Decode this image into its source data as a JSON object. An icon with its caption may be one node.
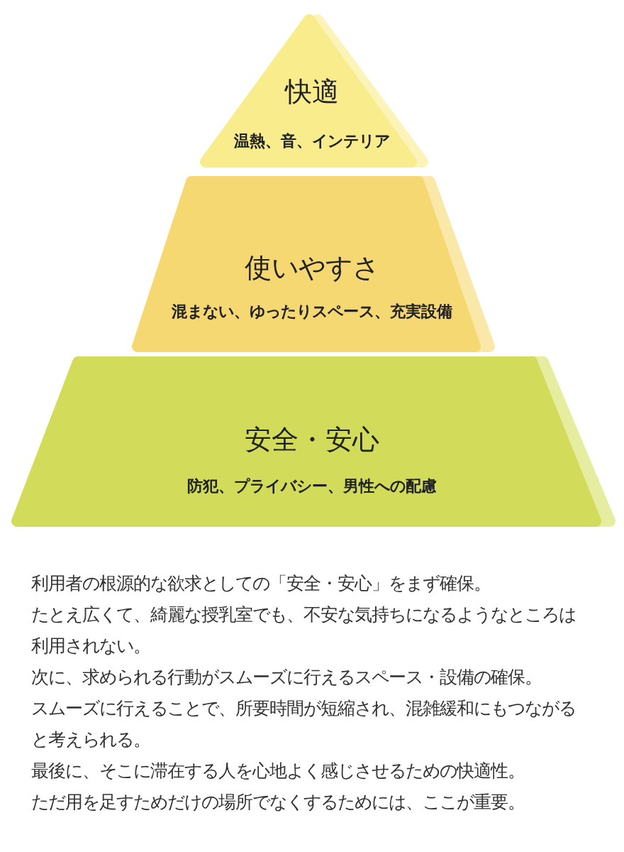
{
  "diagram": {
    "nodes": [
      {
        "text": [
          "快適",
          "温熱、音、インテリア"
        ]
      },
      {
        "text": [
          "使いやすさ",
          "混まない、ゆったりスペース、充実設備"
        ]
      },
      {
        "text": [
          "安全・安心",
          "防犯、プライバシー、男性への配慮"
        ]
      }
    ],
    "labels": [
      "利用者の根源的な欲求としての「安全・安心」をまず確保。",
      "たとえ広くて、綺麗な授乳室でも、不安な気持ちになるようなところは利用されない。",
      "次に、求められる行動がスムーズに行えるスペース・設備の確保。",
      "スムーズに行えることで、所要時間が短縮され、混雑緩和にもつながると考えられる。",
      "最後に、そこに滞在する人を心地よく感じさせるための快適性。",
      "ただ用を足すためだけの場所でなくするためには、ここが重要。"
    ]
  }
}
